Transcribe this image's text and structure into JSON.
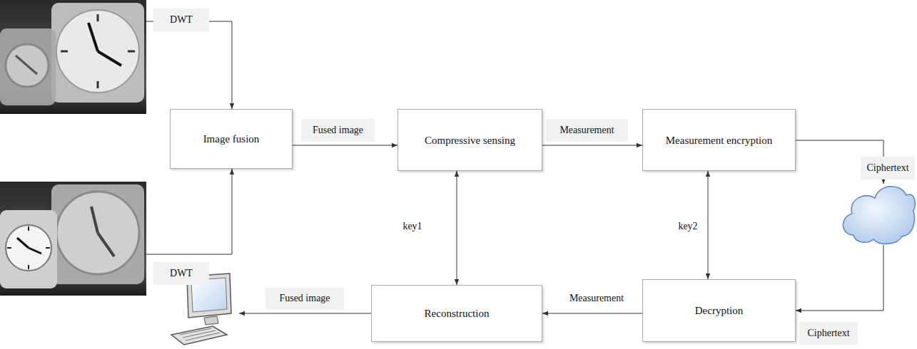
{
  "diagram": {
    "nodes": [
      {
        "text": [
          "Image fusion"
        ]
      },
      {
        "text": [
          "Compressive sensing"
        ]
      },
      {
        "text": [
          "Measurement encryption"
        ]
      },
      {
        "text": [
          "Reconstruction"
        ]
      },
      {
        "text": [
          "Decryption"
        ]
      }
    ],
    "edges": [
      {
        "from": 0,
        "to": 1,
        "label": "Fused image",
        "arrow": "to"
      },
      {
        "from": 1,
        "to": 2,
        "label": "Measurement",
        "arrow": "to"
      },
      {
        "from": 1,
        "to": 3,
        "label": "key1",
        "arrow": "both"
      },
      {
        "from": 2,
        "to": 4,
        "label": "key2",
        "arrow": "both"
      },
      {
        "from": 4,
        "to": 3,
        "label": "Measurement",
        "arrow": "to"
      }
    ],
    "labels": [
      "DWT",
      "Ciphertext",
      "DWT",
      "Fused image",
      "Ciphertext"
    ]
  }
}
